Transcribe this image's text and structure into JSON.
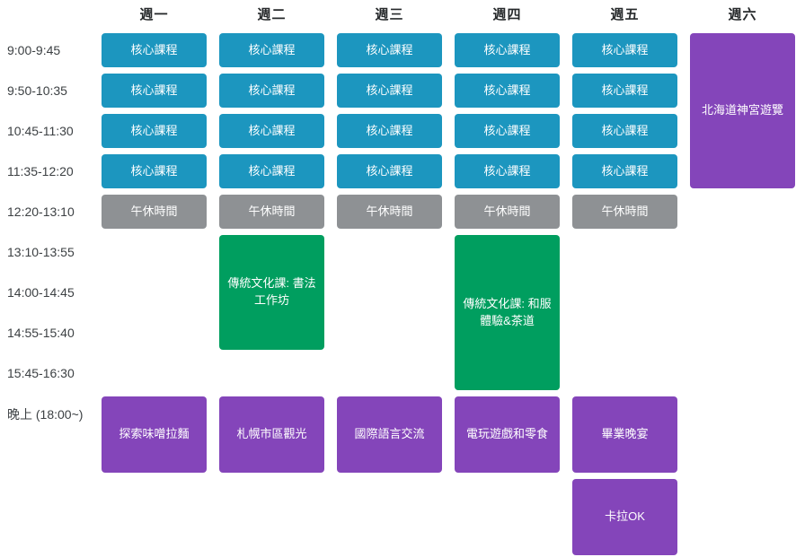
{
  "colors": {
    "core": "#1c96bf",
    "lunch": "#8e9194",
    "culture": "#009e5f",
    "activity": "#8445ba",
    "event_text": "#ffffff",
    "header_text": "#26292b",
    "time_text": "#3c4043"
  },
  "chart_data": {
    "type": "table",
    "title": "",
    "legend": null,
    "columns": [
      {
        "id": "mon",
        "label": "週一"
      },
      {
        "id": "tue",
        "label": "週二"
      },
      {
        "id": "wed",
        "label": "週三"
      },
      {
        "id": "thu",
        "label": "週四"
      },
      {
        "id": "fri",
        "label": "週五"
      },
      {
        "id": "sat",
        "label": "週六"
      }
    ],
    "time_rows": [
      "9:00-9:45",
      "9:50-10:35",
      "10:45-11:30",
      "11:35-12:20",
      "12:20-13:10",
      "13:10-13:55",
      "14:00-14:45",
      "14:55-15:40",
      "15:45-16:30",
      "晚上 (18:00~)"
    ],
    "events": [
      {
        "col": 1,
        "row": 1,
        "span": 1,
        "type": "core",
        "label": "核心課程"
      },
      {
        "col": 1,
        "row": 2,
        "span": 1,
        "type": "core",
        "label": "核心課程"
      },
      {
        "col": 1,
        "row": 3,
        "span": 1,
        "type": "core",
        "label": "核心課程"
      },
      {
        "col": 1,
        "row": 4,
        "span": 1,
        "type": "core",
        "label": "核心課程"
      },
      {
        "col": 2,
        "row": 1,
        "span": 1,
        "type": "core",
        "label": "核心課程"
      },
      {
        "col": 2,
        "row": 2,
        "span": 1,
        "type": "core",
        "label": "核心課程"
      },
      {
        "col": 2,
        "row": 3,
        "span": 1,
        "type": "core",
        "label": "核心課程"
      },
      {
        "col": 2,
        "row": 4,
        "span": 1,
        "type": "core",
        "label": "核心課程"
      },
      {
        "col": 3,
        "row": 1,
        "span": 1,
        "type": "core",
        "label": "核心課程"
      },
      {
        "col": 3,
        "row": 2,
        "span": 1,
        "type": "core",
        "label": "核心課程"
      },
      {
        "col": 3,
        "row": 3,
        "span": 1,
        "type": "core",
        "label": "核心課程"
      },
      {
        "col": 3,
        "row": 4,
        "span": 1,
        "type": "core",
        "label": "核心課程"
      },
      {
        "col": 4,
        "row": 1,
        "span": 1,
        "type": "core",
        "label": "核心課程"
      },
      {
        "col": 4,
        "row": 2,
        "span": 1,
        "type": "core",
        "label": "核心課程"
      },
      {
        "col": 4,
        "row": 3,
        "span": 1,
        "type": "core",
        "label": "核心課程"
      },
      {
        "col": 4,
        "row": 4,
        "span": 1,
        "type": "core",
        "label": "核心課程"
      },
      {
        "col": 5,
        "row": 1,
        "span": 1,
        "type": "core",
        "label": "核心課程"
      },
      {
        "col": 5,
        "row": 2,
        "span": 1,
        "type": "core",
        "label": "核心課程"
      },
      {
        "col": 5,
        "row": 3,
        "span": 1,
        "type": "core",
        "label": "核心課程"
      },
      {
        "col": 5,
        "row": 4,
        "span": 1,
        "type": "core",
        "label": "核心課程"
      },
      {
        "col": 1,
        "row": 5,
        "span": 1,
        "type": "lunch",
        "label": "午休時間"
      },
      {
        "col": 2,
        "row": 5,
        "span": 1,
        "type": "lunch",
        "label": "午休時間"
      },
      {
        "col": 3,
        "row": 5,
        "span": 1,
        "type": "lunch",
        "label": "午休時間"
      },
      {
        "col": 4,
        "row": 5,
        "span": 1,
        "type": "lunch",
        "label": "午休時間"
      },
      {
        "col": 5,
        "row": 5,
        "span": 1,
        "type": "lunch",
        "label": "午休時間"
      },
      {
        "col": 2,
        "row": 6,
        "span": 3,
        "type": "culture",
        "label": "傳統文化課: 書法\n工作坊"
      },
      {
        "col": 4,
        "row": 6,
        "span": 4,
        "type": "culture",
        "label": "傳統文化課: 和服\n體驗&茶道"
      },
      {
        "col": 6,
        "row": 1,
        "span": 4,
        "type": "activity",
        "label": "北海道神宮遊覽"
      },
      {
        "col": 1,
        "row": 10,
        "span": 1,
        "type": "activity",
        "label": "探索味噌拉麵"
      },
      {
        "col": 2,
        "row": 10,
        "span": 1,
        "type": "activity",
        "label": "札幌市區觀光"
      },
      {
        "col": 3,
        "row": 10,
        "span": 1,
        "type": "activity",
        "label": "國際語言交流"
      },
      {
        "col": 4,
        "row": 10,
        "span": 1,
        "type": "activity",
        "label": "電玩遊戲和零食"
      },
      {
        "col": 5,
        "row": 10,
        "span": 1,
        "type": "activity",
        "label": "畢業晚宴"
      },
      {
        "col": 5,
        "row": 11,
        "span": 1,
        "type": "activity",
        "label": "卡拉OK"
      }
    ]
  }
}
